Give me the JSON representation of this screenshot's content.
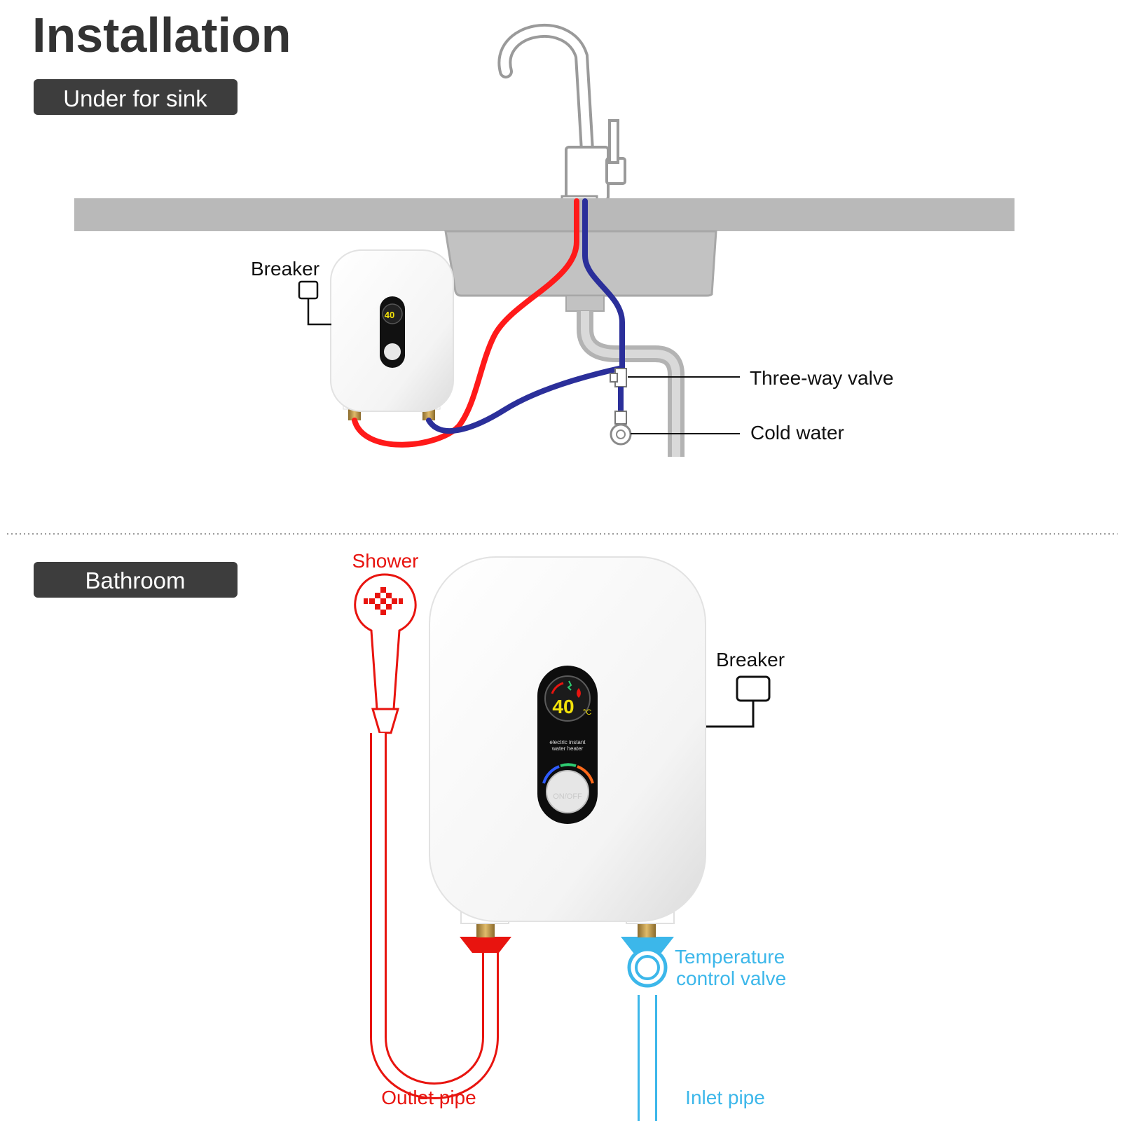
{
  "title": "Installation",
  "sections": {
    "sink": {
      "tag": "Under for sink",
      "labels": {
        "breaker": "Breaker",
        "three_way_valve": "Three-way valve",
        "cold_water": "Cold water"
      }
    },
    "bathroom": {
      "tag": "Bathroom",
      "labels": {
        "shower": "Shower",
        "breaker": "Breaker",
        "temp_valve_line1": "Temperature",
        "temp_valve_line2": "control valve",
        "outlet_pipe": "Outlet pipe",
        "inlet_pipe": "Inlet pipe"
      }
    }
  },
  "heater": {
    "display_temp": "40",
    "display_unit": "°C",
    "product_text_line1": "electric instant",
    "product_text_line2": "water heater",
    "knob_label": "ON/OFF"
  },
  "colors": {
    "title": "#333333",
    "tag_bg": "#3d3d3d",
    "tag_text": "#ffffff",
    "hot_pipe": "#ff1a1a",
    "cold_pipe_sink": "#2b2f9a",
    "outlet_red": "#e8140f",
    "inlet_blue": "#3cb7ea",
    "counter_gray": "#b9b9b9",
    "display_digits": "#f3e20a"
  }
}
